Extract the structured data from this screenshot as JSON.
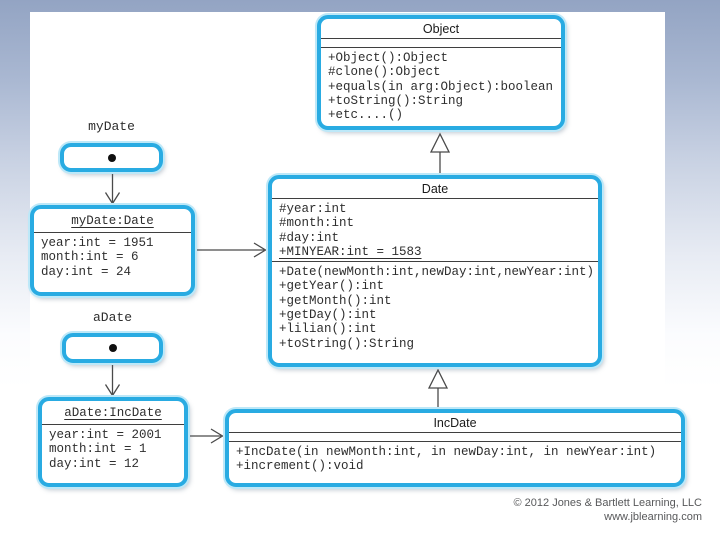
{
  "classes": {
    "object": {
      "title": "Object",
      "methods": [
        "+Object():Object",
        "#clone():Object",
        "+equals(in arg:Object):boolean",
        "+toString():String",
        "+etc....()"
      ]
    },
    "date": {
      "title": "Date",
      "attributes": [
        "#year:int",
        "#month:int",
        "#day:int",
        "+MINYEAR:int = 1583"
      ],
      "methods": [
        "+Date(newMonth:int,newDay:int,newYear:int)",
        "+getYear():int",
        "+getMonth():int",
        "+getDay():int",
        "+lilian():int",
        "+toString():String"
      ]
    },
    "incdate": {
      "title": "IncDate",
      "methods": [
        "+IncDate(in newMonth:int, in newDay:int, in newYear:int)",
        "+increment():void"
      ]
    }
  },
  "instances": {
    "mydate": {
      "label": "myDate",
      "title": "myDate:Date",
      "attributes": [
        "year:int = 1951",
        "month:int = 6",
        "day:int = 24"
      ]
    },
    "adate": {
      "label": "aDate",
      "title": "aDate:IncDate",
      "attributes": [
        "year:int = 2001",
        "month:int = 1",
        "day:int = 12"
      ]
    }
  },
  "footer": {
    "copyright": "© 2012 Jones & Bartlett Learning, LLC",
    "website": "www.jblearning.com"
  },
  "colors": {
    "box_border": "#29abe2",
    "box_halo": "#bde8f8",
    "line": "#4a4a4a"
  }
}
